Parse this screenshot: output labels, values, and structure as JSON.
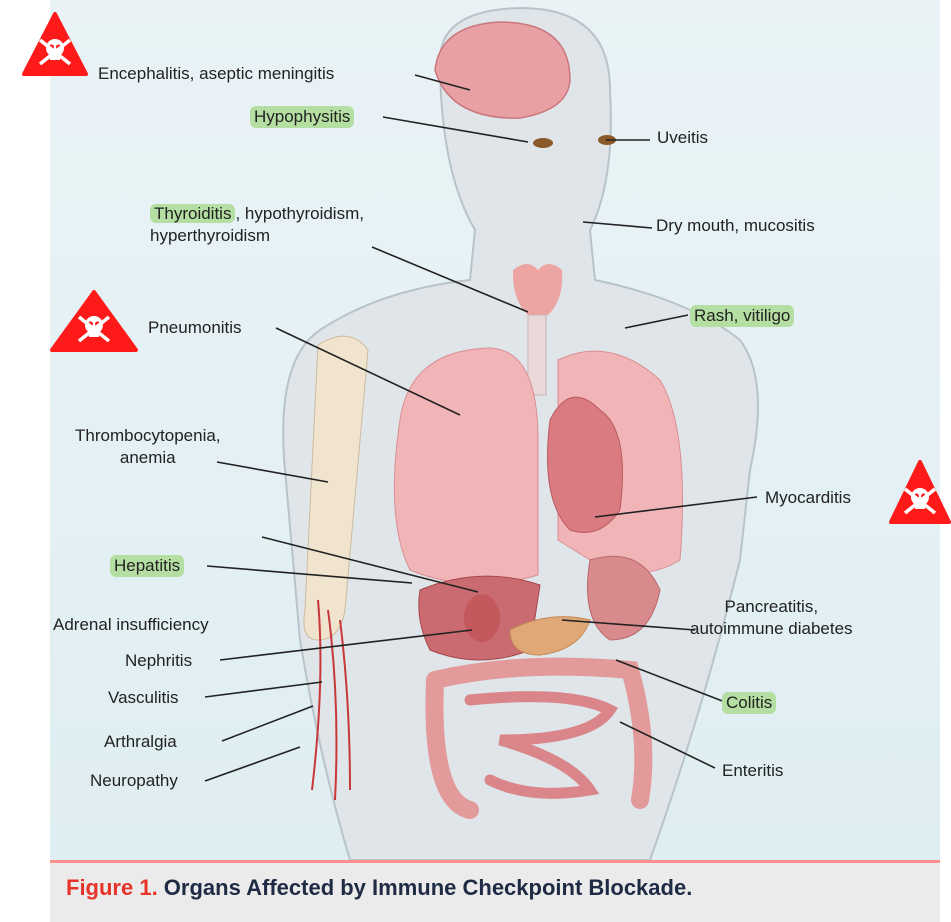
{
  "labels": {
    "encephalitis": "Encephalitis, aseptic meningitis",
    "hypophysitis": "Hypophysitis",
    "uveitis": "Uveitis",
    "thyroiditis": "Thyroiditis",
    "thyroiditis_rest": ", hypothyroidism,\nhyperthyroidism",
    "dry_mouth": "Dry mouth, mucositis",
    "rash": "Rash, vitiligo",
    "pneumonitis": "Pneumonitis",
    "thrombocytopenia": "Thrombocytopenia,\nanemia",
    "myocarditis": "Myocarditis",
    "hepatitis": "Hepatitis",
    "adrenal": "Adrenal insufficiency",
    "pancreatitis": "Pancreatitis,\nautoimmune diabetes",
    "nephritis": "Nephritis",
    "vasculitis": "Vasculitis",
    "colitis": "Colitis",
    "arthralgia": "Arthralgia",
    "neuropathy": "Neuropathy",
    "enteritis": "Enteritis"
  },
  "caption": {
    "figure_no": "Figure 1.",
    "title": " Organs Affected by Immune Checkpoint Blockade."
  },
  "colors": {
    "highlight": "#b5dfa2",
    "hazard": "#ff1a1a",
    "caption_red": "#e8332a",
    "caption_navy": "#1f2a44"
  },
  "icons": [
    "skull-crossbones-hazard-icon"
  ]
}
